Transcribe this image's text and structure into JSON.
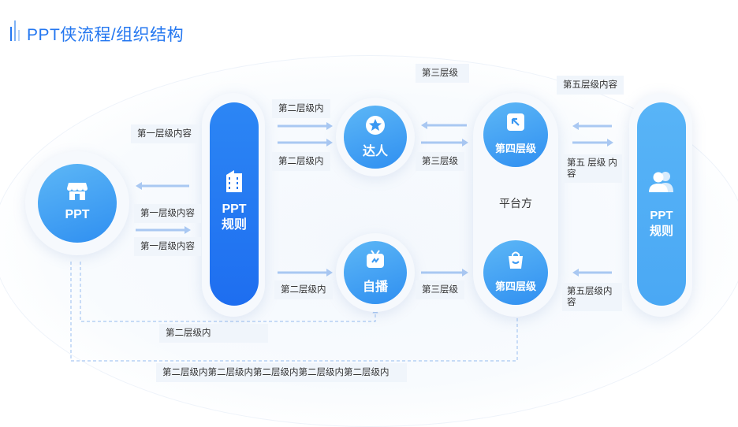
{
  "title": "PPT侠流程/组织结构",
  "nodes": {
    "ppt": "PPT",
    "rules_left": [
      "PPT",
      "规则"
    ],
    "daren": "达人",
    "zibo": "自播",
    "level4_top": "第四层级",
    "level4_bottom": "第四层级",
    "platform": "平台方",
    "rules_right": [
      "PPT",
      "规则"
    ]
  },
  "labels": {
    "l1_top": "第一层级内容",
    "l1_mid": "第一层级内容",
    "l1_bot": "第一层级内容",
    "l2_top_a": "第二层级内",
    "l2_top_b": "第二层级内",
    "l2_bottom": "第二层级内",
    "l2_loop": "第二层级内",
    "l2_long": "第二层级内第二层级内第二层级内第二层级内第二层级内",
    "l3_top": "第三层级",
    "l3_mid": "第三层级",
    "l3_bottom": "第三层级",
    "l5_top": "第五层级内容",
    "l5_mid": "第五 层级 内容",
    "l5_bottom": "第五层级内容"
  },
  "colors": {
    "accent": "#2477f0",
    "node": "#3a98f2",
    "arrow": "#a9c8f2",
    "dashed": "#a9c8f2"
  },
  "icons": {
    "ppt": "store-icon",
    "rules_left": "building-icon",
    "daren": "star-badge-icon",
    "zibo": "tv-icon",
    "level4_top": "arrow-box-icon",
    "level4_bottom": "shopping-bag-icon",
    "rules_right": "users-icon"
  }
}
